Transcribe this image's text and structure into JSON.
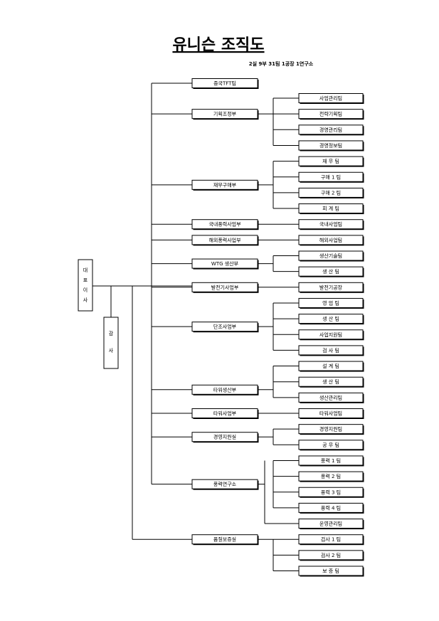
{
  "title": "유니슨 조직도",
  "subtitle": "2실 9부 31팀 1공장 1연구소",
  "root": {
    "label": "대표이사",
    "chars": [
      "대",
      "표",
      "이",
      "사"
    ]
  },
  "auditor": {
    "label": "감사",
    "chars": [
      "감",
      "사"
    ]
  },
  "departments": [
    {
      "name": "중국TFT팀",
      "teams": []
    },
    {
      "name": "기획조정부",
      "teams": [
        "사업관리팀",
        "전략기획팀",
        "경영관리팀",
        "경영정보팀"
      ]
    },
    {
      "name": "재무구매부",
      "teams": [
        "재 무 팀",
        "구매 1 팀",
        "구매 2 팀",
        "회 계 팀"
      ]
    },
    {
      "name": "국내풍력사업부",
      "teams": [
        "국내사업팀"
      ]
    },
    {
      "name": "해외풍력사업부",
      "teams": [
        "해외사업팀"
      ]
    },
    {
      "name": "WTG 생산부",
      "teams": [
        "생산기술팀",
        "생 산 팀"
      ]
    },
    {
      "name": "발전기사업부",
      "teams": [
        "발전기공장"
      ]
    },
    {
      "name": "단조사업부",
      "teams": [
        "영 업 팀",
        "생 산 팀",
        "사업지원팀",
        "검 사 팀"
      ]
    },
    {
      "name": "타워생산부",
      "teams": [
        "설 계 팀",
        "생 산 팀",
        "생산관리팀"
      ]
    },
    {
      "name": "타워사업부",
      "teams": [
        "타워사업팀"
      ]
    },
    {
      "name": "경영지원실",
      "teams": [
        "경영지원팀",
        "공 무 팀"
      ]
    },
    {
      "name": "풍력연구소",
      "teams": [
        "풍력 1 팀",
        "풍력 2 팀",
        "풍력 3 팀",
        "풍력 4 팀",
        "운영관리팀"
      ]
    },
    {
      "name": "품질보증실",
      "teams": [
        "검사 1 팀",
        "검사 2 팀",
        "보 증 팀"
      ]
    }
  ]
}
